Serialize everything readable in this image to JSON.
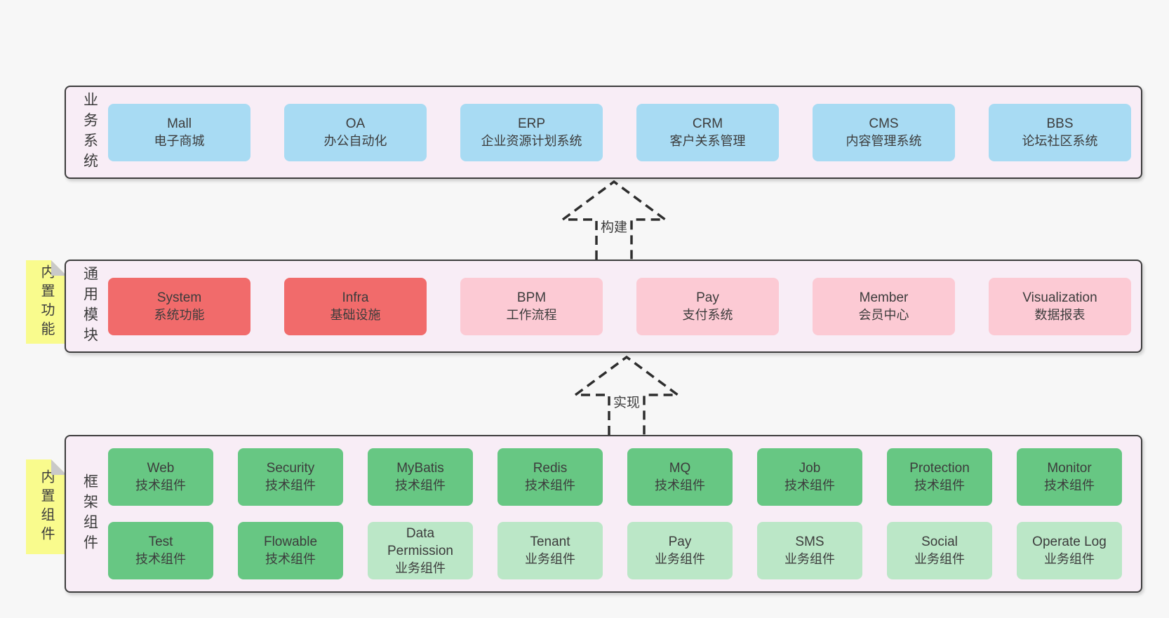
{
  "colors": {
    "background": "#f7f7f7",
    "panel_fill": "#f8edf6",
    "panel_border": "#3d3d3d",
    "box_blue": "#a8dbf3",
    "box_red": "#f16b6b",
    "box_pink": "#fccad4",
    "box_green": "#67c783",
    "box_green_light": "#bbe7c7",
    "note_yellow": "#f9fb8d",
    "note_fold_gray": "#c9c9c9",
    "text": "#3c3c3c"
  },
  "arrows": [
    {
      "label": "构建"
    },
    {
      "label": "实现"
    }
  ],
  "notes": [
    {
      "label": "内置功能"
    },
    {
      "label": "内置组件"
    }
  ],
  "layers": {
    "business": {
      "side_label": "业务系统",
      "boxes": [
        {
          "title": "Mall",
          "subtitle": "电子商城",
          "variant": "blue"
        },
        {
          "title": "OA",
          "subtitle": "办公自动化",
          "variant": "blue"
        },
        {
          "title": "ERP",
          "subtitle": "企业资源计划系统",
          "variant": "blue"
        },
        {
          "title": "CRM",
          "subtitle": "客户关系管理",
          "variant": "blue"
        },
        {
          "title": "CMS",
          "subtitle": "内容管理系统",
          "variant": "blue"
        },
        {
          "title": "BBS",
          "subtitle": "论坛社区系统",
          "variant": "blue"
        }
      ]
    },
    "common": {
      "side_label": "通用模块",
      "boxes": [
        {
          "title": "System",
          "subtitle": "系统功能",
          "variant": "red"
        },
        {
          "title": "Infra",
          "subtitle": "基础设施",
          "variant": "red"
        },
        {
          "title": "BPM",
          "subtitle": "工作流程",
          "variant": "pink"
        },
        {
          "title": "Pay",
          "subtitle": "支付系统",
          "variant": "pink"
        },
        {
          "title": "Member",
          "subtitle": "会员中心",
          "variant": "pink"
        },
        {
          "title": "Visualization",
          "subtitle": "数据报表",
          "variant": "pink"
        }
      ]
    },
    "framework": {
      "side_label": "框架组件",
      "rows": [
        [
          {
            "title": "Web",
            "subtitle": "技术组件",
            "variant": "green"
          },
          {
            "title": "Security",
            "subtitle": "技术组件",
            "variant": "green"
          },
          {
            "title": "MyBatis",
            "subtitle": "技术组件",
            "variant": "green"
          },
          {
            "title": "Redis",
            "subtitle": "技术组件",
            "variant": "green"
          },
          {
            "title": "MQ",
            "subtitle": "技术组件",
            "variant": "green"
          },
          {
            "title": "Job",
            "subtitle": "技术组件",
            "variant": "green"
          },
          {
            "title": "Protection",
            "subtitle": "技术组件",
            "variant": "green"
          },
          {
            "title": "Monitor",
            "subtitle": "技术组件",
            "variant": "green"
          }
        ],
        [
          {
            "title": "Test",
            "subtitle": "技术组件",
            "variant": "green"
          },
          {
            "title": "Flowable",
            "subtitle": "技术组件",
            "variant": "green"
          },
          {
            "title": "Data Permission",
            "subtitle": "业务组件",
            "variant": "green-light"
          },
          {
            "title": "Tenant",
            "subtitle": "业务组件",
            "variant": "green-light"
          },
          {
            "title": "Pay",
            "subtitle": "业务组件",
            "variant": "green-light"
          },
          {
            "title": "SMS",
            "subtitle": "业务组件",
            "variant": "green-light"
          },
          {
            "title": "Social",
            "subtitle": "业务组件",
            "variant": "green-light"
          },
          {
            "title": "Operate Log",
            "subtitle": "业务组件",
            "variant": "green-light"
          }
        ]
      ]
    }
  }
}
